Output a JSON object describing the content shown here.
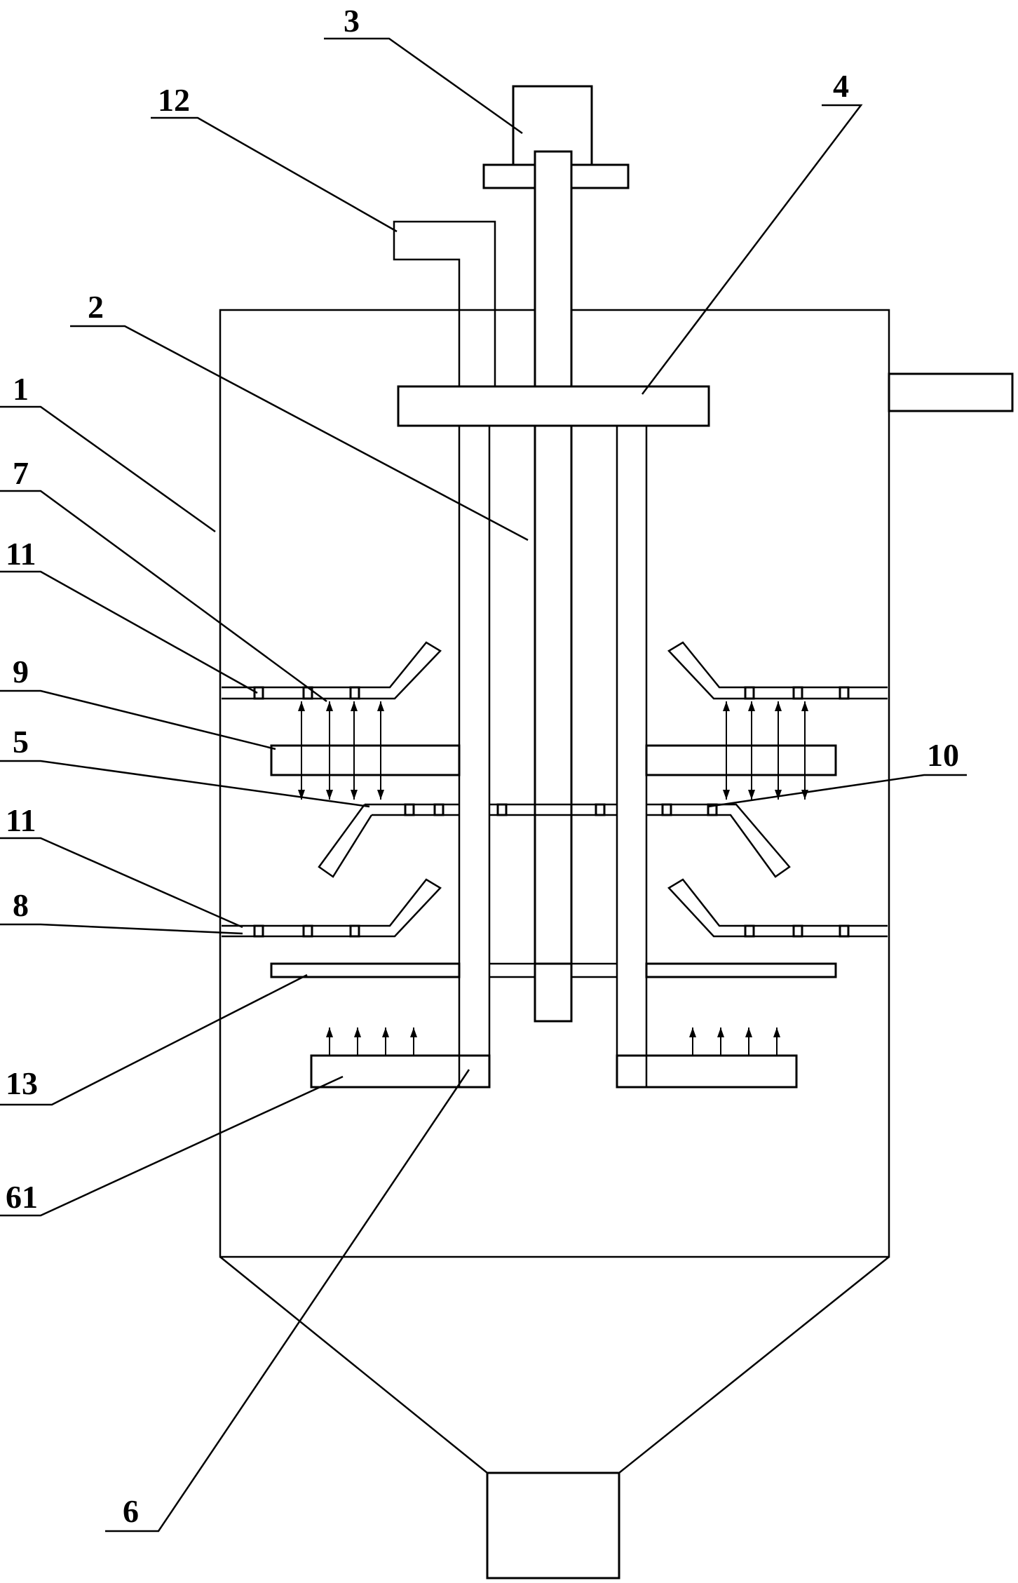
{
  "labels": {
    "l1": "1",
    "l2": "2",
    "l3": "3",
    "l4": "4",
    "l5": "5",
    "l6": "6",
    "l61": "61",
    "l7": "7",
    "l8": "8",
    "l9": "9",
    "l10": "10",
    "l11a": "11",
    "l11b": "11",
    "l12": "12",
    "l13": "13"
  }
}
